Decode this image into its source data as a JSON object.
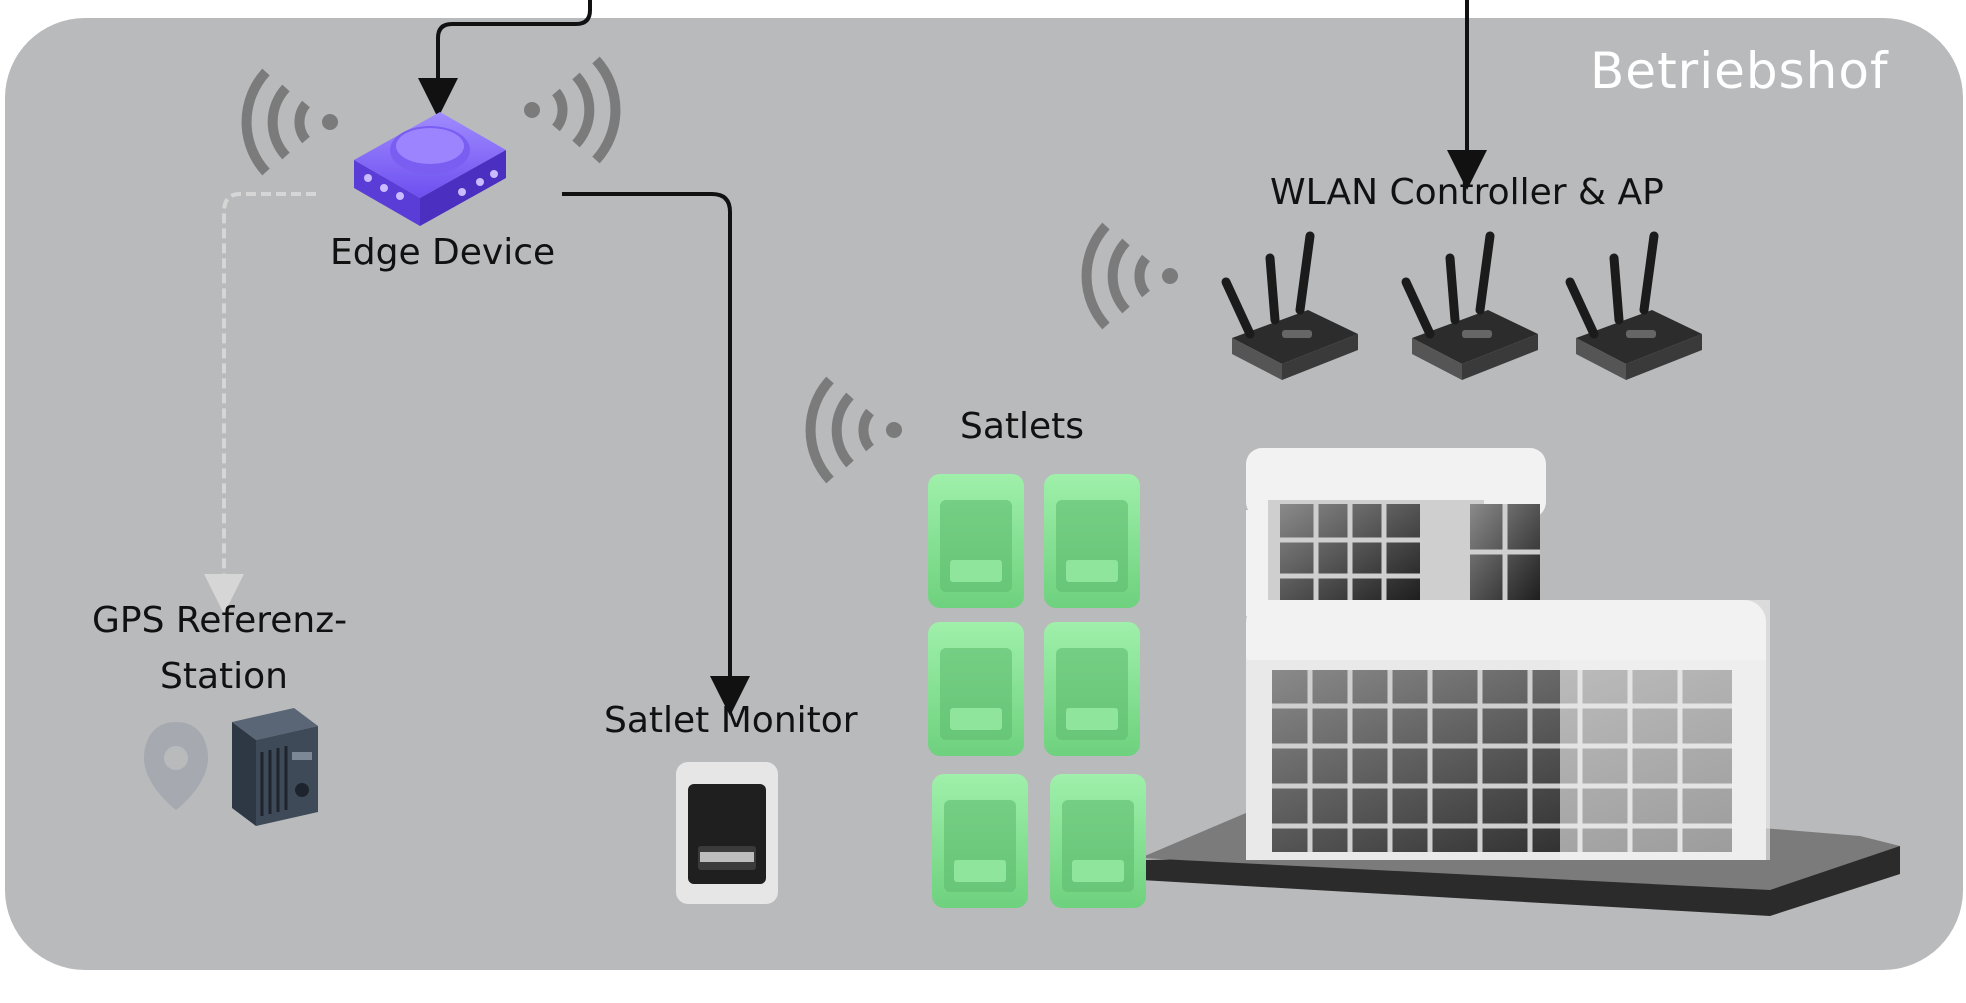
{
  "region": {
    "title": "Betriebshof"
  },
  "nodes": {
    "edge_device": {
      "label": "Edge Device",
      "icon": "edge-device-icon"
    },
    "wlan": {
      "label": "WLAN Controller & AP",
      "icon": "router-icon",
      "count": 3
    },
    "satlets": {
      "label": "Satlets",
      "icon": "satlet-box-icon",
      "count": 6
    },
    "gps": {
      "label_line1": "GPS Referenz-",
      "label_line2": "Station",
      "icons": [
        "location-pin-icon",
        "station-icon"
      ]
    },
    "satlet_monitor": {
      "label": "Satlet Monitor",
      "icon": "monitor-box-icon"
    },
    "building": {
      "icon": "building-icon"
    }
  },
  "colors": {
    "background": "#b9babc",
    "edge_device": "#8a6cf5",
    "satlet": "#7ee08f",
    "wifi_waves": "#7b7b7b",
    "title_text": "#ffffff"
  }
}
